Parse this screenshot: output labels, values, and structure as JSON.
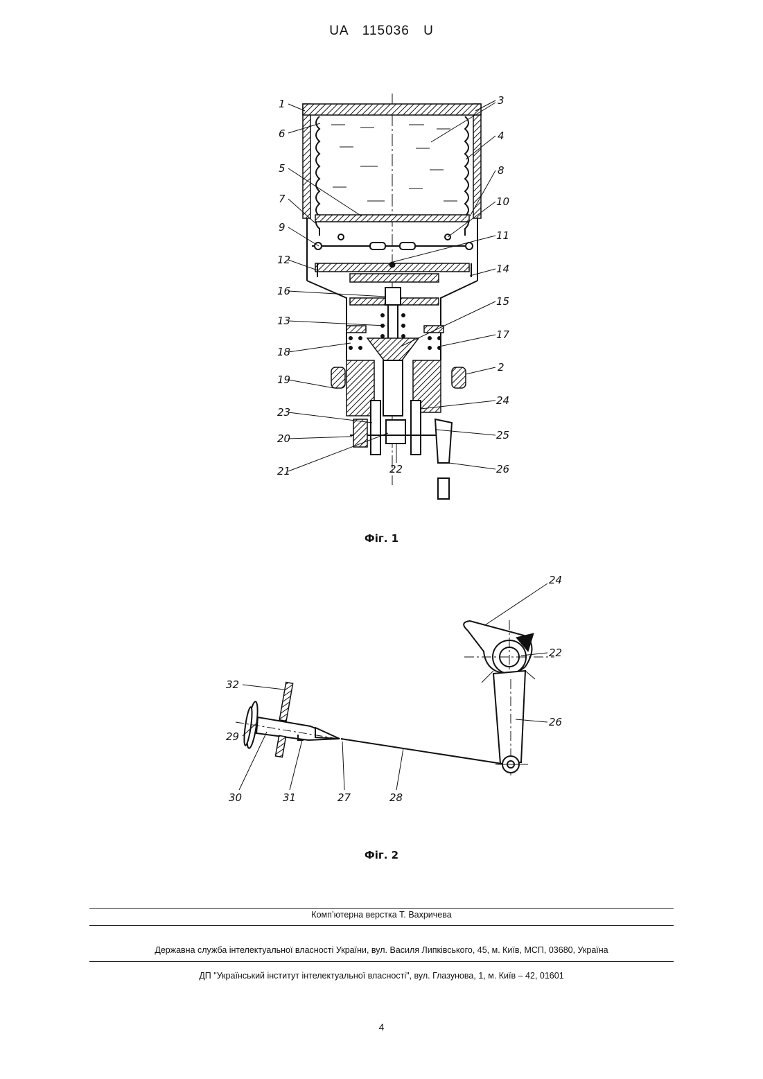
{
  "header": {
    "doc_number": "UA   115036   U"
  },
  "figure1": {
    "caption": "Фіг. 1",
    "labels": [
      "1",
      "2",
      "3",
      "4",
      "5",
      "6",
      "7",
      "8",
      "9",
      "10",
      "11",
      "12",
      "13",
      "14",
      "15",
      "16",
      "17",
      "18",
      "19",
      "20",
      "21",
      "22",
      "23",
      "24",
      "25",
      "26"
    ]
  },
  "figure2": {
    "caption": "Фіг. 2",
    "labels": [
      "22",
      "24",
      "26",
      "27",
      "28",
      "29",
      "30",
      "31",
      "32"
    ]
  },
  "footer": {
    "layout_credit": "Комп’ютерна верстка Т. Вахричева",
    "agency": "Державна служба інтелектуальної власності України, вул. Василя Липківського, 45, м. Київ, МСП, 03680, Україна",
    "institute": "ДП \"Український інститут інтелектуальної власності\", вул. Глазунова, 1, м. Київ – 42, 01601"
  },
  "page_number": "4"
}
